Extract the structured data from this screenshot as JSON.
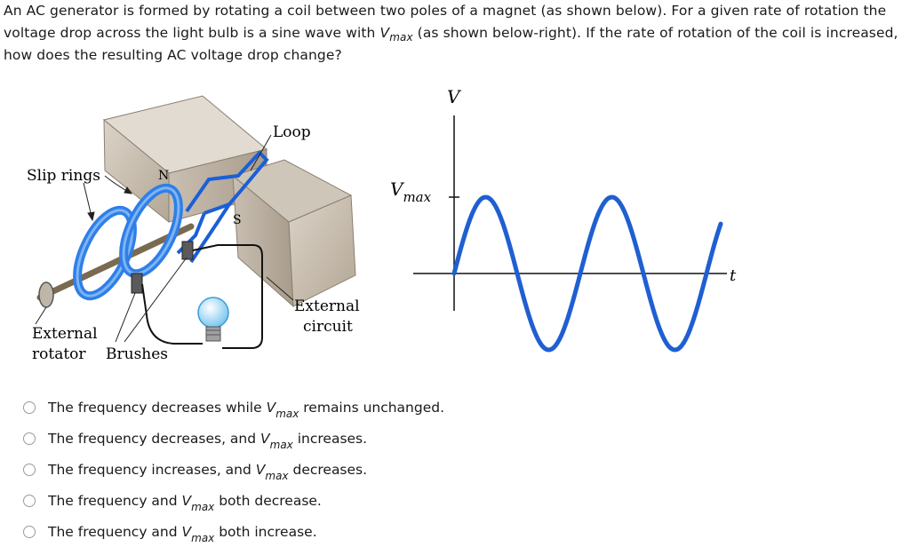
{
  "question": {
    "part1": "An AC generator is formed by rotating a coil between two poles of a magnet (as shown below). For a given rate of rotation the voltage drop across the light bulb is a sine wave with ",
    "v": "V",
    "max": "max",
    "part2": " (as shown below-right). If the rate of rotation of the coil is increased, how does the resulting AC voltage drop change?"
  },
  "figure": {
    "labels": {
      "loop": "Loop",
      "slip_rings": "Slip rings",
      "north": "N",
      "south": "S",
      "external_circuit_1": "External",
      "external_circuit_2": "circuit",
      "external_rotator_1": "External",
      "external_rotator_2": "rotator",
      "brushes": "Brushes"
    },
    "graph": {
      "y_axis": "V",
      "x_axis": "t",
      "vmax_v": "V",
      "vmax_sub": "max"
    }
  },
  "options": [
    {
      "a": "The frequency decreases while ",
      "v": "V",
      "max": "max",
      "b": " remains unchanged."
    },
    {
      "a": "The frequency decreases, and ",
      "v": "V",
      "max": "max",
      "b": " increases."
    },
    {
      "a": "The frequency increases, and ",
      "v": "V",
      "max": "max",
      "b": " decreases."
    },
    {
      "a": "The frequency and ",
      "v": "V",
      "max": "max",
      "b": " both decrease."
    },
    {
      "a": "The frequency and ",
      "v": "V",
      "max": "max",
      "b": " both increase."
    }
  ]
}
